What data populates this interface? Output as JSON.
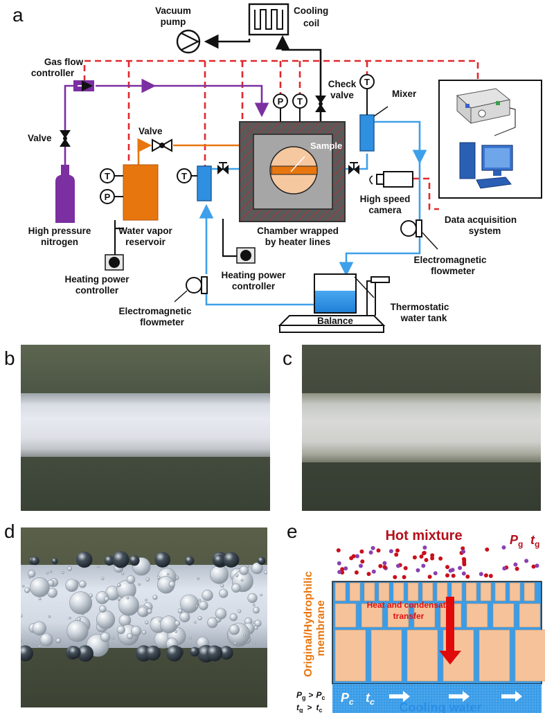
{
  "panels": {
    "a": "a",
    "b": "b",
    "c": "c",
    "d": "d",
    "e": "e"
  },
  "schematic": {
    "vacuum_pump": [
      "Vacuum",
      "pump"
    ],
    "cooling_coil": [
      "Cooling",
      "coil"
    ],
    "gas_flow_controller": [
      "Gas flow",
      "controller"
    ],
    "check_valve": [
      "Check",
      "valve"
    ],
    "mixer": "Mixer",
    "valve_left": "Valve",
    "valve_mid": "Valve",
    "sample": "Sample",
    "nitrogen": [
      "High pressure",
      "nitrogen"
    ],
    "reservoir": [
      "Water vapor",
      "reservoir"
    ],
    "chamber": [
      "Chamber  wrapped",
      "by heater lines"
    ],
    "high_speed_camera": [
      "High speed",
      "camera"
    ],
    "daq": [
      "Data acquisition",
      "system"
    ],
    "heating_left": [
      "Heating power",
      "controller"
    ],
    "heating_mid": [
      "Heating power",
      "controller"
    ],
    "flowmeter_left": [
      "Electromagnetic",
      "flowmeter"
    ],
    "flowmeter_right": [
      "Electromagnetic",
      "flowmeter"
    ],
    "balance": "Balance",
    "water_tank": [
      "Thermostatic",
      "water tank"
    ],
    "t_symbol": "T",
    "p_symbol": "P"
  },
  "membrane": {
    "hot_mixture": "Hot mixture",
    "pg": "P",
    "pg_sub": "g",
    "tg": "t",
    "tg_sub": "g",
    "side_label": [
      "Original/Hydrophilic",
      "membrane"
    ],
    "transfer": [
      "Heat and condensate",
      "transfer"
    ],
    "pc": "P",
    "pc_sub": "c",
    "tc": "t",
    "tc_sub": "c",
    "cond1_left": "P",
    "cond1_left_sub": "g",
    "cond1_right": "P",
    "cond1_right_sub": "c",
    "cond2_left": "t",
    "cond2_left_sub": "g",
    "cond2_right": "t",
    "cond2_right_sub": "c",
    "gt": ">",
    "cooling_water": "Cooling water"
  },
  "colors": {
    "nitrogen_line": "#7b2fa0",
    "vapor_line": "#e8760f",
    "water_line": "#3ea0ea",
    "signal_line": "#e0282c",
    "membrane_pore": "#f6c29a",
    "cooling_blue": "#3b9de8"
  }
}
